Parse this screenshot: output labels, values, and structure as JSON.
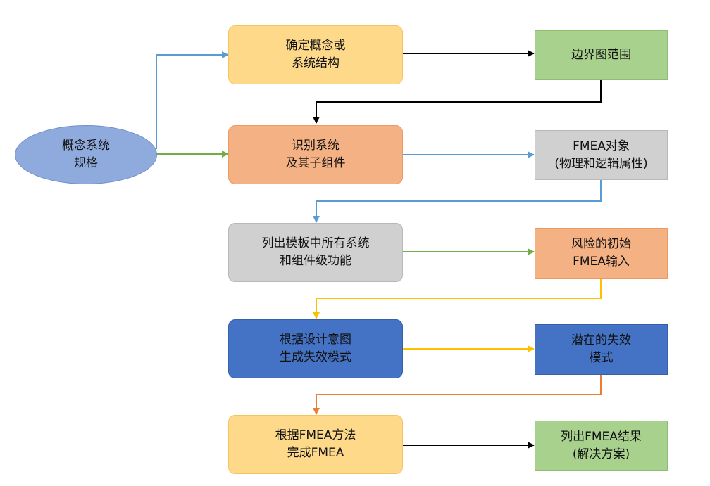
{
  "colors": {
    "blue_arrow": "#5b9bd5",
    "green_arrow": "#70ad47",
    "black_arrow": "#000000",
    "gold_arrow": "#ffc000",
    "orange_arrow": "#ed7d31",
    "yellow_fill": "#ffd98a",
    "green_fill": "#a9d18e",
    "salmon_fill": "#f4b183",
    "gray_fill": "#d0d0d0",
    "dark_blue_fill": "#4472c4",
    "light_blue_ellipse": "#8faadc"
  },
  "nodes": {
    "concept_spec": {
      "lines": [
        "概念系统",
        "规格"
      ]
    },
    "define_concept": {
      "lines": [
        "确定概念或",
        "系统结构"
      ]
    },
    "boundary_diagram": {
      "lines": [
        "边界图范围"
      ]
    },
    "identify_system": {
      "lines": [
        "识别系统",
        "及其子组件"
      ]
    },
    "fmea_object": {
      "lines": [
        "FMEA对象",
        "(物理和逻辑属性)"
      ]
    },
    "list_functions": {
      "lines": [
        "列出模板中所有系统",
        "和组件级功能"
      ]
    },
    "initial_risk": {
      "lines": [
        "风险的初始",
        "FMEA输入"
      ]
    },
    "generate_failure": {
      "lines": [
        "根据设计意图",
        "生成失效模式"
      ]
    },
    "potential_failure": {
      "lines": [
        "潜在的失效",
        "模式"
      ]
    },
    "complete_fmea": {
      "lines": [
        "根据FMEA方法",
        "完成FMEA"
      ]
    },
    "list_results": {
      "lines": [
        "列出FMEA结果",
        "(解决方案)"
      ]
    }
  }
}
